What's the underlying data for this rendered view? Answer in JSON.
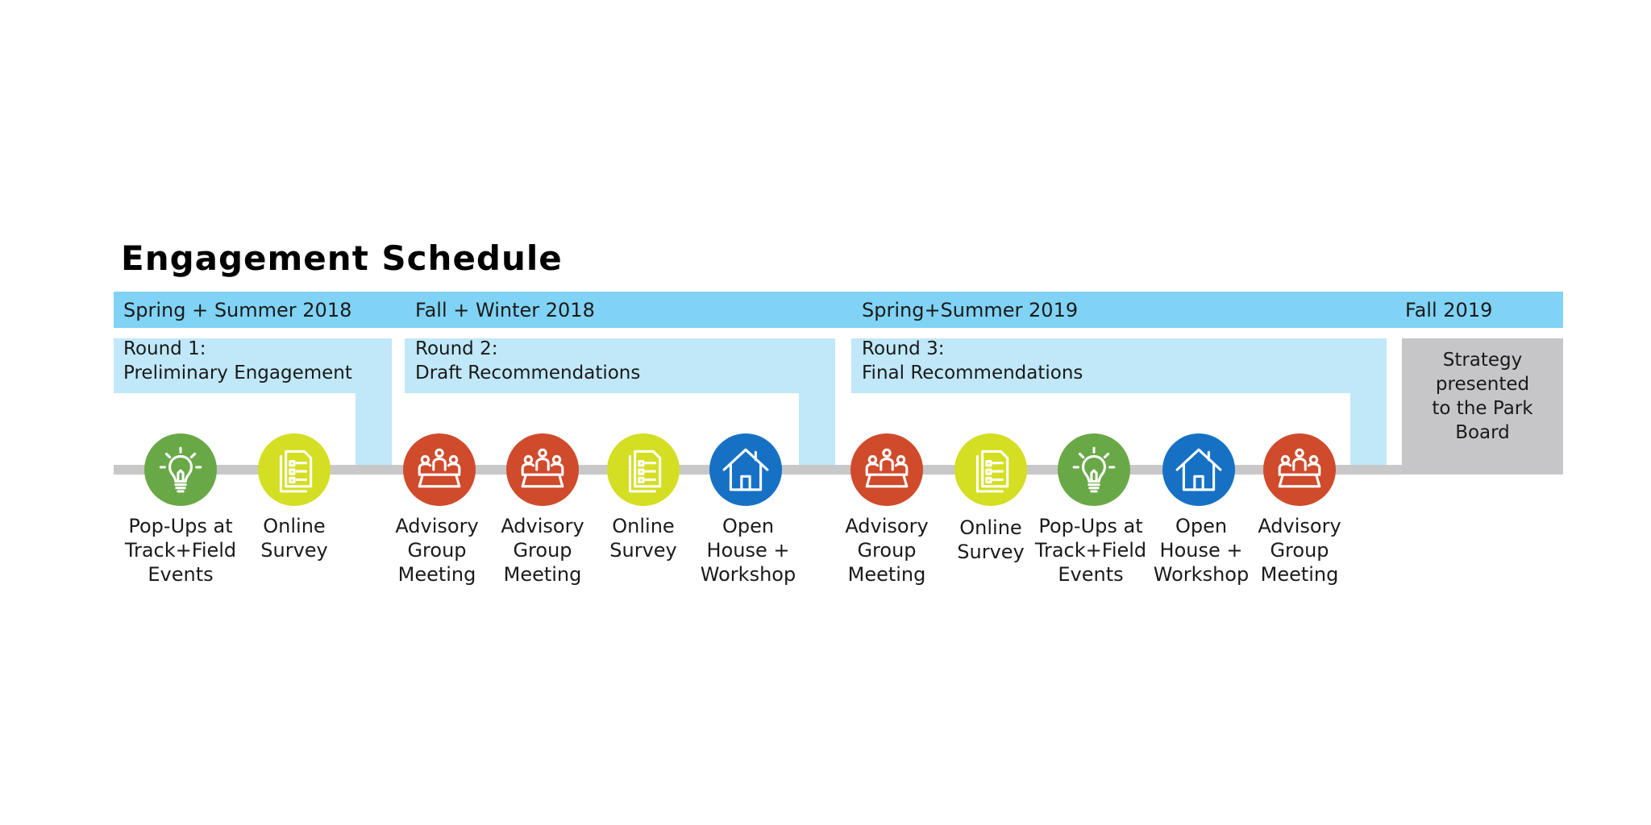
{
  "title": "Engagement Schedule",
  "colors": {
    "season_bar": "#80d3f5",
    "round_band": "#c0e8f8",
    "timeline": "#c8c8c9",
    "strategy_box": "#c6c6c8",
    "advisory": "#cf4b2c",
    "survey": "#d4de22",
    "popup": "#69a847",
    "openhouse": "#1671c4"
  },
  "seasons": [
    "Spring + Summer 2018",
    "Fall + Winter 2018",
    "Spring+Summer  2019",
    "Fall 2019"
  ],
  "rounds": [
    {
      "line1": "Round 1:",
      "line2": "Preliminary Engagement"
    },
    {
      "line1": "Round 2:",
      "line2": "Draft Recommendations"
    },
    {
      "line1": "Round 3:",
      "line2": "Final Recommendations"
    }
  ],
  "strategy": "Strategy\npresented\nto the Park\nBoard",
  "events": [
    {
      "type": "popup",
      "icon": "lightbulb-icon",
      "label": "Pop-Ups at\nTrack+Field\nEvents"
    },
    {
      "type": "survey",
      "icon": "survey-document-icon",
      "label": "Online\nSurvey"
    },
    {
      "type": "advisory",
      "icon": "meeting-table-icon",
      "label": "Advisory\nGroup\nMeeting"
    },
    {
      "type": "advisory",
      "icon": "meeting-table-icon",
      "label": "Advisory\nGroup\nMeeting"
    },
    {
      "type": "survey",
      "icon": "survey-document-icon",
      "label": "Online\nSurvey"
    },
    {
      "type": "openhouse",
      "icon": "house-icon",
      "label": "Open\nHouse +\nWorkshop"
    },
    {
      "type": "advisory",
      "icon": "meeting-table-icon",
      "label": "Advisory\nGroup\nMeeting"
    },
    {
      "type": "survey",
      "icon": "survey-document-icon",
      "label": "Online\nSurvey"
    },
    {
      "type": "popup",
      "icon": "lightbulb-icon",
      "label": "Pop-Ups at\nTrack+Field\nEvents"
    },
    {
      "type": "openhouse",
      "icon": "house-icon",
      "label": "Open\nHouse +\nWorkshop"
    },
    {
      "type": "advisory",
      "icon": "meeting-table-icon",
      "label": "Advisory\nGroup\nMeeting"
    }
  ]
}
